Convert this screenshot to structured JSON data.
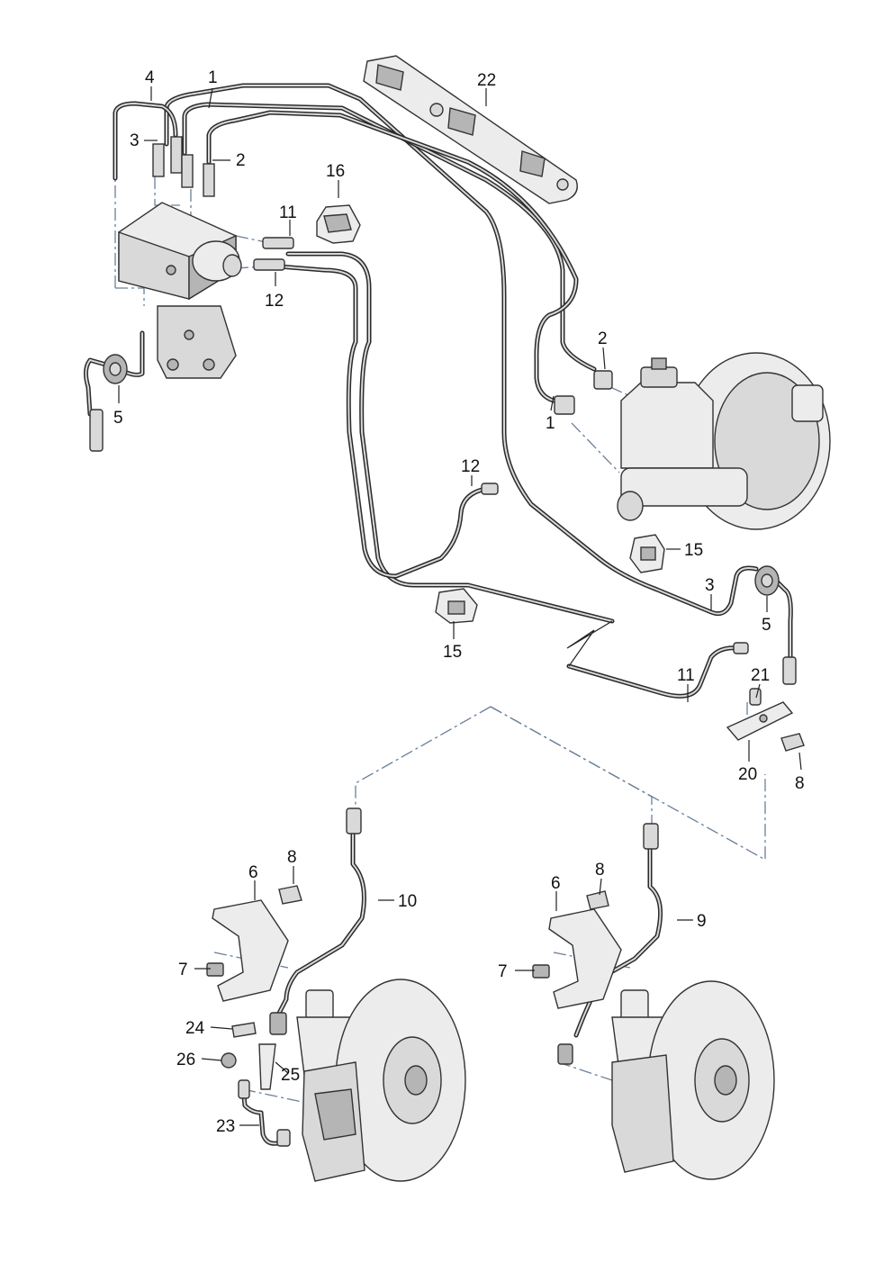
{
  "diagram": {
    "callouts": {
      "c4": "4",
      "c1_top": "1",
      "c3_abs": "3",
      "c2_top": "2",
      "c22": "22",
      "c16": "16",
      "c11_top": "11",
      "c12_top": "12",
      "c5_left": "5",
      "c2_mc": "2",
      "c1_mc": "1",
      "c12_mid": "12",
      "c15_right": "15",
      "c3_right": "3",
      "c5_right": "5",
      "c15_mid": "15",
      "c11_bottom": "11",
      "c21": "21",
      "c20": "20",
      "c8_right": "8",
      "c6_left": "6",
      "c8_left": "8",
      "c10": "10",
      "c7_left": "7",
      "c24": "24",
      "c26": "26",
      "c25": "25",
      "c23": "23",
      "c6_right": "6",
      "c8_mid": "8",
      "c9": "9",
      "c7_right": "7"
    }
  }
}
